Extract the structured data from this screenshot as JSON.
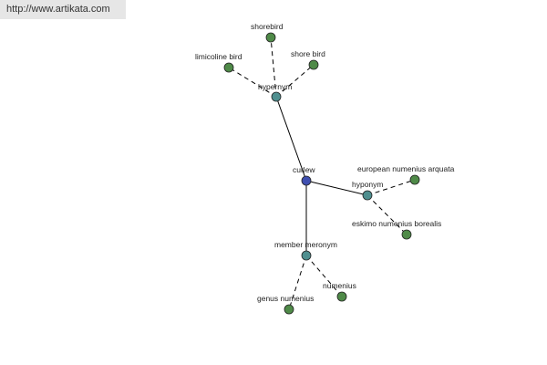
{
  "header": {
    "url_text": "http://www.artikata.com"
  },
  "colors": {
    "root_node": "#3f4fb0",
    "relation_node": "#4f8f8f",
    "leaf_node": "#4f8a48",
    "edge": "#000000",
    "url_bar_background": "#e6e6e6"
  },
  "graph": {
    "nodes": [
      {
        "id": "curlew",
        "label": "curlew",
        "kind": "root"
      },
      {
        "id": "hypernym",
        "label": "hypernym",
        "kind": "relation"
      },
      {
        "id": "hyponym",
        "label": "hyponym",
        "kind": "relation"
      },
      {
        "id": "member-meronym",
        "label": "member meronym",
        "kind": "relation"
      },
      {
        "id": "shorebird",
        "label": "shorebird",
        "kind": "leaf"
      },
      {
        "id": "limicoline-bird",
        "label": "limicoline bird",
        "kind": "leaf"
      },
      {
        "id": "shore-bird",
        "label": "shore bird",
        "kind": "leaf"
      },
      {
        "id": "european-numenius-arquata",
        "label": "european numenius arquata",
        "kind": "leaf"
      },
      {
        "id": "eskimo-numenius-borealis",
        "label": "eskimo numenius borealis",
        "kind": "leaf"
      },
      {
        "id": "genus-numenius",
        "label": "genus numenius",
        "kind": "leaf"
      },
      {
        "id": "numenius",
        "label": "numenius",
        "kind": "leaf"
      }
    ],
    "edges": [
      {
        "from": "curlew",
        "to": "hypernym",
        "style": "solid"
      },
      {
        "from": "curlew",
        "to": "hyponym",
        "style": "solid"
      },
      {
        "from": "curlew",
        "to": "member-meronym",
        "style": "solid"
      },
      {
        "from": "hypernym",
        "to": "shorebird",
        "style": "dashed"
      },
      {
        "from": "hypernym",
        "to": "limicoline-bird",
        "style": "dashed"
      },
      {
        "from": "hypernym",
        "to": "shore-bird",
        "style": "dashed"
      },
      {
        "from": "hyponym",
        "to": "european-numenius-arquata",
        "style": "dashed"
      },
      {
        "from": "hyponym",
        "to": "eskimo-numenius-borealis",
        "style": "dashed"
      },
      {
        "from": "member-meronym",
        "to": "genus-numenius",
        "style": "dashed"
      },
      {
        "from": "member-meronym",
        "to": "numenius",
        "style": "dashed"
      }
    ]
  }
}
